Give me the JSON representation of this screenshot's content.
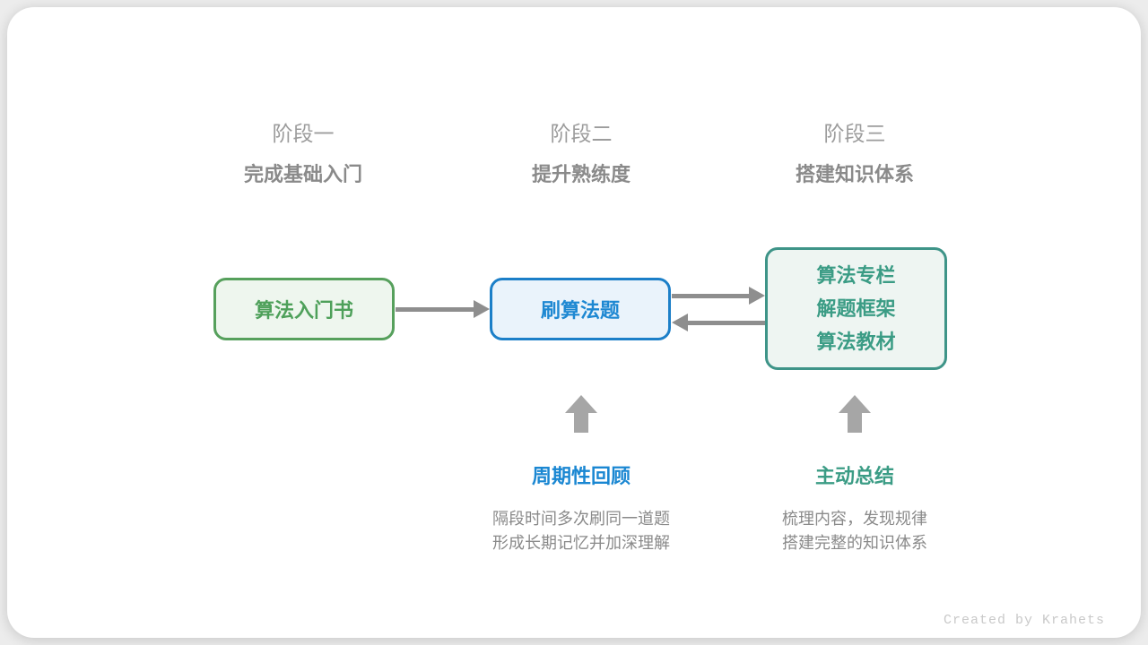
{
  "stages": [
    {
      "label": "阶段一",
      "subtitle": "完成基础入门"
    },
    {
      "label": "阶段二",
      "subtitle": "提升熟练度"
    },
    {
      "label": "阶段三",
      "subtitle": "搭建知识体系"
    }
  ],
  "nodes": {
    "intro_book": {
      "label": "算法入门书",
      "border_color": "#56A05C",
      "fill_color": "#EEF6EE",
      "text_color": "#4EA05A"
    },
    "practice": {
      "label": "刷算法题",
      "border_color": "#1C7FC8",
      "fill_color": "#EAF3FB",
      "text_color": "#1E88D2"
    },
    "resources": {
      "lines": [
        "算法专栏",
        "解题框架",
        "算法教材"
      ],
      "border_color": "#3E9488",
      "fill_color": "#EEF5F2",
      "text_color": "#3B9C85"
    }
  },
  "annotations": [
    {
      "title": "周期性回顾",
      "title_color": "#1A87D2",
      "lines": [
        "隔段时间多次刷同一道题",
        "形成长期记忆并加深理解"
      ]
    },
    {
      "title": "主动总结",
      "title_color": "#3B9C85",
      "lines": [
        "梳理内容，发现规律",
        "搭建完整的知识体系"
      ]
    }
  ],
  "icons": {
    "flow_arrow_1": "arrow-right",
    "flow_arrow_2": "arrow-right",
    "feedback_arrow": "arrow-left",
    "review_arrow": "arrow-up",
    "summary_arrow": "arrow-up"
  },
  "credit": "Created by Krahets",
  "colors": {
    "arrow": "#8E8E8E",
    "up_arrow": "#A6A6A6",
    "stage_label": "#9C9C9C",
    "stage_subtitle": "#8A8A8A",
    "description": "#8A8A8A",
    "credit": "#C9C9C9",
    "card_bg": "#FFFFFF",
    "page_bg": "#ECECEC"
  }
}
